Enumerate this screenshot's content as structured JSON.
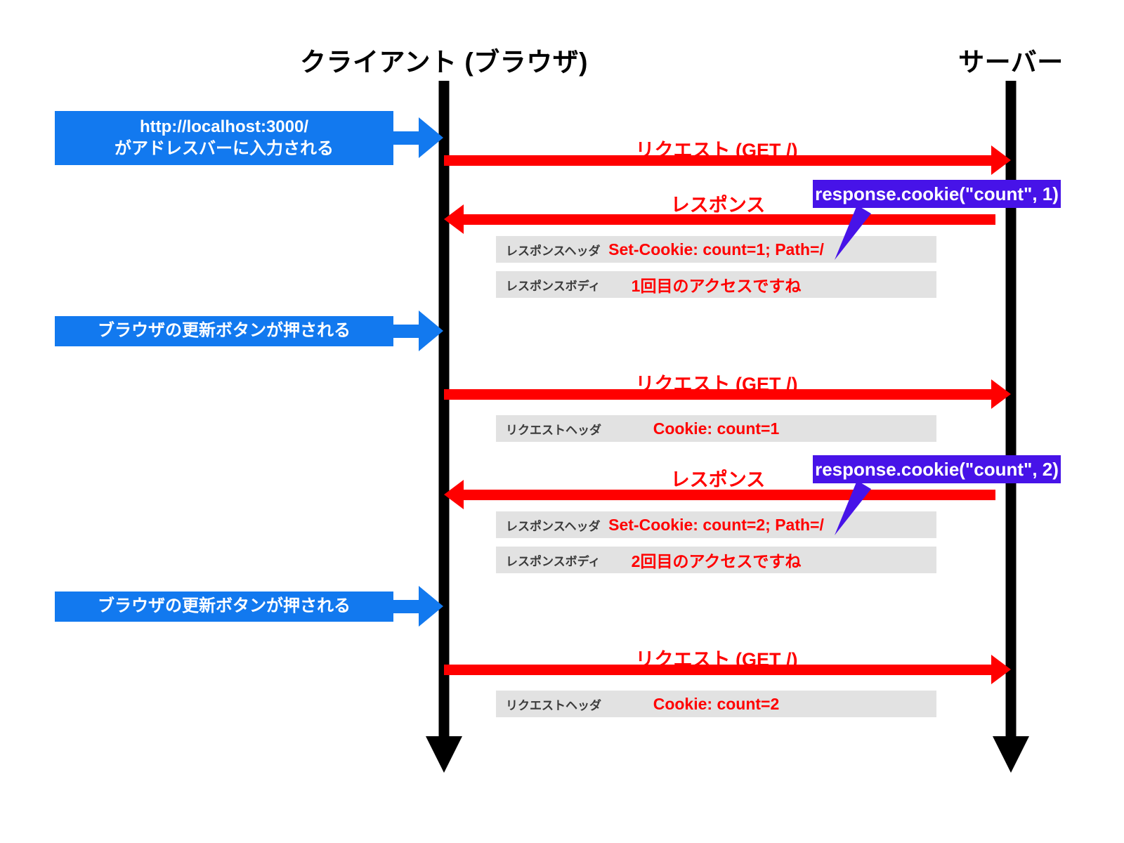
{
  "diagram": {
    "title_client": "クライアント (ブラウザ)",
    "title_server": "サーバー",
    "colors": {
      "message_red": "#ff0000",
      "note_blue": "#1279ef",
      "callout_purple": "#4713e8",
      "row_gray": "#e2e2e2",
      "lifeline_black": "#000000"
    }
  },
  "actions": [
    {
      "id": "action-url-entered",
      "line1": "http://localhost:3000/",
      "line2": "がアドレスバーに入力される"
    },
    {
      "id": "action-reload-1",
      "line1": "ブラウザの更新ボタンが押される",
      "line2": ""
    },
    {
      "id": "action-reload-2",
      "line1": "ブラウザの更新ボタンが押される",
      "line2": ""
    }
  ],
  "messages": [
    {
      "id": "request-1",
      "label": "リクエスト (GET /)",
      "direction": "to-server"
    },
    {
      "id": "response-1",
      "label": "レスポンス",
      "direction": "to-client"
    },
    {
      "id": "request-2",
      "label": "リクエスト (GET /)",
      "direction": "to-server"
    },
    {
      "id": "response-2",
      "label": "レスポンス",
      "direction": "to-client"
    },
    {
      "id": "request-3",
      "label": "リクエスト (GET /)",
      "direction": "to-server"
    }
  ],
  "rows": [
    {
      "id": "row-response-header-1",
      "key": "レスポンスヘッダ",
      "value": "Set-Cookie: count=1; Path=/"
    },
    {
      "id": "row-response-body-1",
      "key": "レスポンスボディ",
      "value": "1回目のアクセスですね"
    },
    {
      "id": "row-request-header-2",
      "key": "リクエストヘッダ",
      "value": "Cookie: count=1"
    },
    {
      "id": "row-response-header-2",
      "key": "レスポンスヘッダ",
      "value": "Set-Cookie: count=2; Path=/"
    },
    {
      "id": "row-response-body-2",
      "key": "レスポンスボディ",
      "value": "2回目のアクセスですね"
    },
    {
      "id": "row-request-header-3",
      "key": "リクエストヘッダ",
      "value": "Cookie: count=2"
    }
  ],
  "callouts": [
    {
      "id": "callout-set-cookie-1",
      "text": "response.cookie(\"count\", 1)"
    },
    {
      "id": "callout-set-cookie-2",
      "text": "response.cookie(\"count\", 2)"
    }
  ]
}
